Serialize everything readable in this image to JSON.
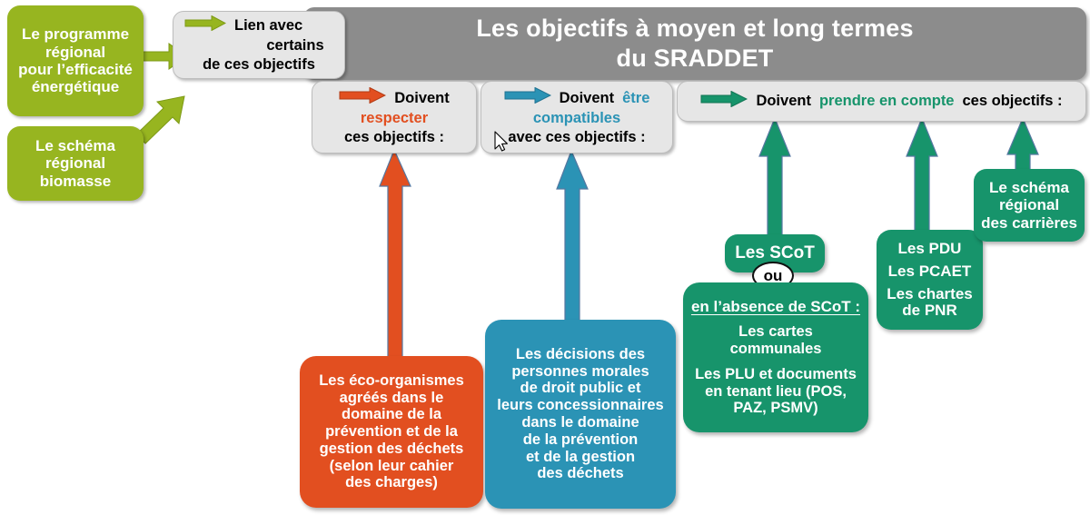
{
  "header": {
    "line1": "Les objectifs à moyen et long termes",
    "line2": "du SRADDET",
    "color": "#8c8c8c"
  },
  "sources": [
    {
      "id": "programme-regional",
      "lines": [
        "Le programme",
        "régional",
        "pour l’efficacité",
        "énergétique"
      ]
    },
    {
      "id": "schema-biomasse",
      "lines": [
        "Le schéma",
        "régional",
        "biomasse"
      ]
    }
  ],
  "legends": [
    {
      "id": "lien",
      "arrow_color": "#97b520",
      "lines": [
        "Lien avec",
        "certains",
        "de ces objectifs"
      ],
      "parts": [
        {
          "text": "Lien avec",
          "color": "#000000"
        },
        {
          "text": "certains",
          "color": "#000000"
        },
        {
          "text": "de ces objectifs",
          "color": "#000000"
        }
      ]
    },
    {
      "id": "respecter",
      "arrow_color": "#e24f20",
      "l1a": "Doivent",
      "l2a": "respecter",
      "l3a": "ces objectifs :",
      "accent": "#e24f20"
    },
    {
      "id": "compatibles",
      "arrow_color": "#2b93b5",
      "l1a": "Doivent ",
      "l1b": "être",
      "l2a": "compatibles",
      "l3a": "avec ces objectifs :",
      "accent": "#2b93b5"
    },
    {
      "id": "prendre-en-compte",
      "arrow_color": "#17946b",
      "l1a": "Doivent ",
      "l1b": "prendre en compte",
      "l1c": " ces objectifs :",
      "accent": "#17946b"
    }
  ],
  "nodes": {
    "eco_organismes": {
      "color": "#e24f20",
      "lines": [
        "Les éco-organismes",
        "agréés dans le",
        "domaine de la",
        "prévention et de la",
        "gestion des déchets",
        "(selon leur cahier",
        "des charges)"
      ]
    },
    "decisions": {
      "color": "#2b93b5",
      "lines": [
        "Les décisions des",
        "personnes morales",
        "de droit public et",
        "leurs concessionnaires",
        "dans le domaine",
        "de la prévention",
        "et de la gestion",
        "des déchets"
      ]
    },
    "scot": {
      "color": "#17946b",
      "lines": [
        "Les SCoT"
      ]
    },
    "ou": {
      "label": "ou"
    },
    "absence_scot": {
      "color": "#17946b",
      "title": "en l’absence de SCoT :",
      "group1": [
        "Les cartes",
        "communales"
      ],
      "group2": [
        "Les PLU et documents",
        "en tenant lieu (POS,",
        "PAZ, PSMV)"
      ]
    },
    "pdu": {
      "color": "#17946b",
      "lines": [
        "Les PDU",
        "Les PCAET",
        "Les chartes",
        "de PNR"
      ]
    },
    "carrieres": {
      "color": "#17946b",
      "lines": [
        "Le schéma",
        "régional",
        "des carrières"
      ]
    }
  },
  "palette": {
    "light_green": "#97b520",
    "grey": "#8c8c8c",
    "orange": "#e24f20",
    "teal": "#2b93b5",
    "dark_green": "#17946b",
    "legend_bg": "#e6e6e6"
  }
}
